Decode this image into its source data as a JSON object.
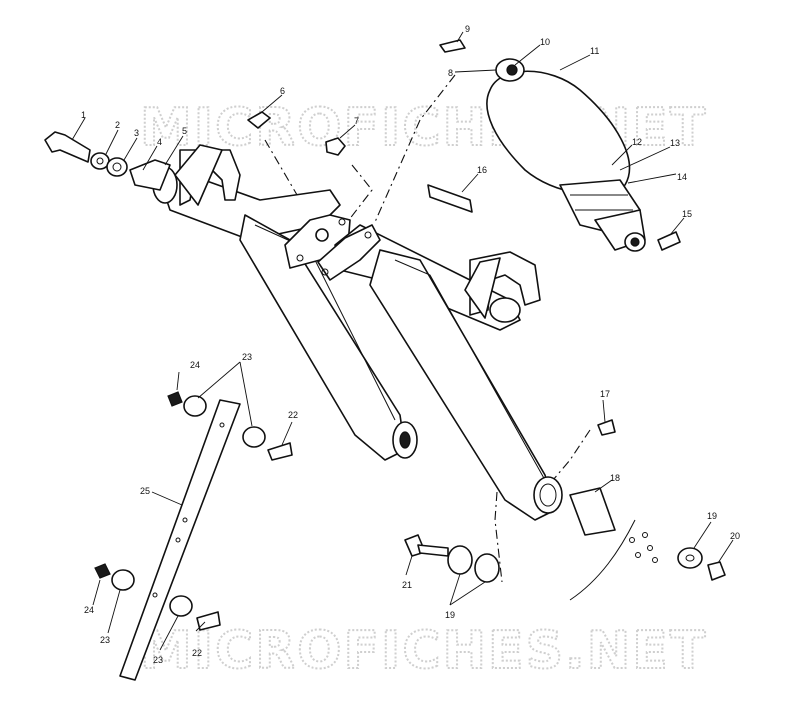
{
  "watermark_text": "MICROFICHES.NET",
  "callouts": [
    {
      "id": "c1",
      "text": "1"
    },
    {
      "id": "c2",
      "text": "2"
    },
    {
      "id": "c3",
      "text": "3"
    },
    {
      "id": "c4",
      "text": "4"
    },
    {
      "id": "c5",
      "text": "5"
    },
    {
      "id": "c6",
      "text": "6"
    },
    {
      "id": "c7",
      "text": "7"
    },
    {
      "id": "c8",
      "text": "8"
    },
    {
      "id": "c9",
      "text": "9"
    },
    {
      "id": "c10",
      "text": "10"
    },
    {
      "id": "c11",
      "text": "11"
    },
    {
      "id": "c12",
      "text": "12"
    },
    {
      "id": "c13",
      "text": "13"
    },
    {
      "id": "c14",
      "text": "14"
    },
    {
      "id": "c15",
      "text": "15"
    },
    {
      "id": "c16",
      "text": "16"
    },
    {
      "id": "c17",
      "text": "17"
    },
    {
      "id": "c18",
      "text": "18"
    },
    {
      "id": "c19a",
      "text": "19"
    },
    {
      "id": "c19b",
      "text": "19"
    },
    {
      "id": "c20",
      "text": "20"
    },
    {
      "id": "c21",
      "text": "21"
    },
    {
      "id": "c22a",
      "text": "22"
    },
    {
      "id": "c22b",
      "text": "22"
    },
    {
      "id": "c23a",
      "text": "23"
    },
    {
      "id": "c23b",
      "text": "23"
    },
    {
      "id": "c23c",
      "text": "23"
    },
    {
      "id": "c24a",
      "text": "24"
    },
    {
      "id": "c24b",
      "text": "24"
    },
    {
      "id": "c25",
      "text": "25"
    }
  ]
}
